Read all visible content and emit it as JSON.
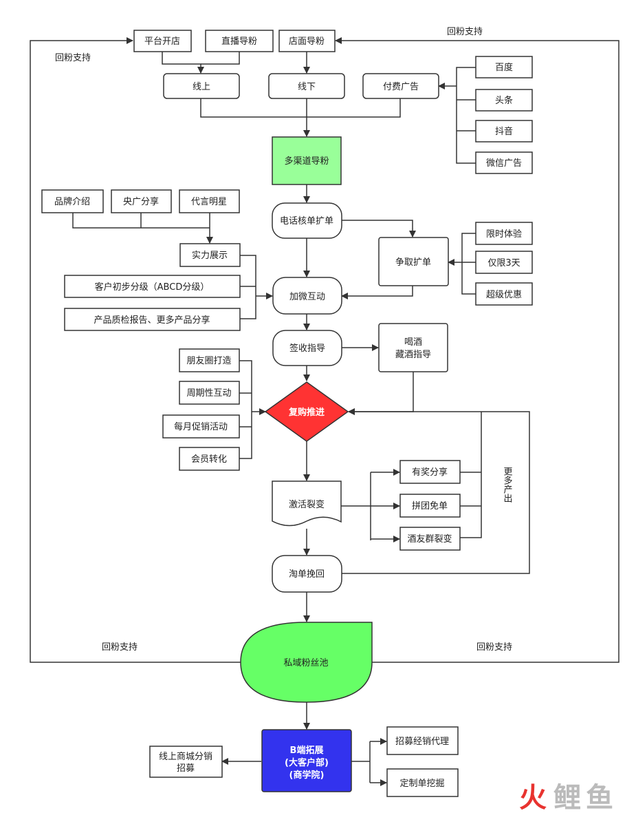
{
  "nodes": {
    "platform_store": "平台开店",
    "live_stream": "直播导粉",
    "store_traffic": "店面导粉",
    "online": "线上",
    "offline": "线下",
    "paid_ads": "付费广告",
    "baidu": "百度",
    "toutiao": "头条",
    "douyin": "抖音",
    "wechat_ads": "微信广告",
    "multi_channel": "多渠道导粉",
    "brand_intro": "品牌介绍",
    "cctv_share": "央广分享",
    "celebrity": "代言明星",
    "strength_show": "实力展示",
    "phone_verify": "电话核单扩单",
    "strive_expand": "争取扩单",
    "limited_trial": "限时体验",
    "three_days": "仅限3天",
    "super_deal": "超级优惠",
    "customer_grading": "客户初步分级（ABCD分级）",
    "quality_report": "产品质检报告、更多产品分享",
    "add_wechat": "加微互动",
    "sign_guide": "签收指导",
    "drink_store": "喝酒",
    "drink_store_2": "藏酒指导",
    "moments": "朋友圈打造",
    "periodic": "周期性互动",
    "monthly_promo": "每月促销活动",
    "membership": "会员转化",
    "repurchase": "复购推进",
    "activate": "激活裂变",
    "reward_share": "有奖分享",
    "group_free": "拼团免单",
    "wine_group": "酒友群裂变",
    "more_output": "更多产出",
    "recover": "淘单挽回",
    "private_pool": "私域粉丝池",
    "b_end_1": "B端拓展",
    "b_end_2": "(大客户部)",
    "b_end_3": "(商学院)",
    "online_mall_1": "线上商城分销",
    "online_mall_2": "招募",
    "recruit_agent": "招募经销代理",
    "custom_order": "定制单挖掘"
  },
  "labels": {
    "support_top_left": "回粉支持",
    "support_top_right": "回粉支持",
    "support_bottom_left": "回粉支持",
    "support_bottom_right": "回粉支持"
  },
  "watermark": {
    "char1": "火",
    "char2": "鲤",
    "char3": "鱼"
  },
  "colors": {
    "multi_channel_fill": "#99ff99",
    "repurchase_fill": "#ff3333",
    "private_pool_fill": "#66ff66",
    "b_end_fill": "#3333ee",
    "watermark_red": "#e8332f",
    "watermark_gray": "#bbbbbb"
  }
}
